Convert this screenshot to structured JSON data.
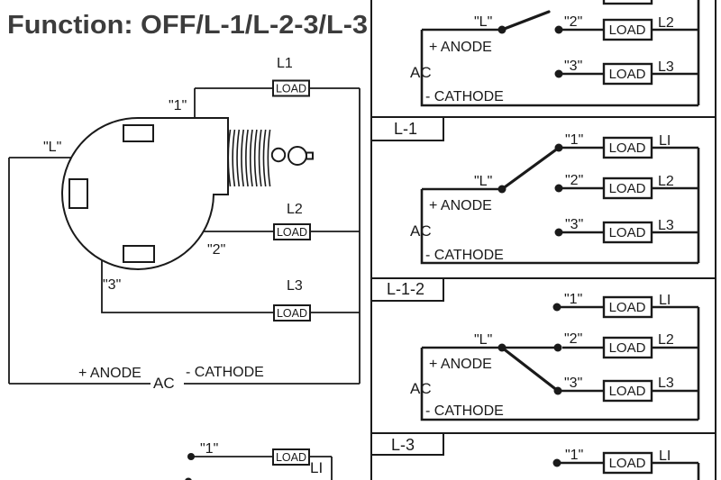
{
  "title": "Function: OFF/L-1/L-2-3/L-3",
  "colors": {
    "ink": "#1a1a1a",
    "title_ink": "#3c3c3c",
    "background": "#ffffff"
  },
  "labels": {
    "load": "LOAD",
    "terminal_l": "\"L\"",
    "terminal_1": "\"1\"",
    "terminal_2": "\"2\"",
    "terminal_3": "\"3\"",
    "line_l1": "L1",
    "line_l1_alt": "LI",
    "line_l2": "L2",
    "line_l3": "L3",
    "anode": "+ ANODE",
    "cathode": "- CATHODE",
    "ac": "AC"
  },
  "right_panel": {
    "tabs": [
      "L-1",
      "L-1-2",
      "L-3"
    ]
  }
}
